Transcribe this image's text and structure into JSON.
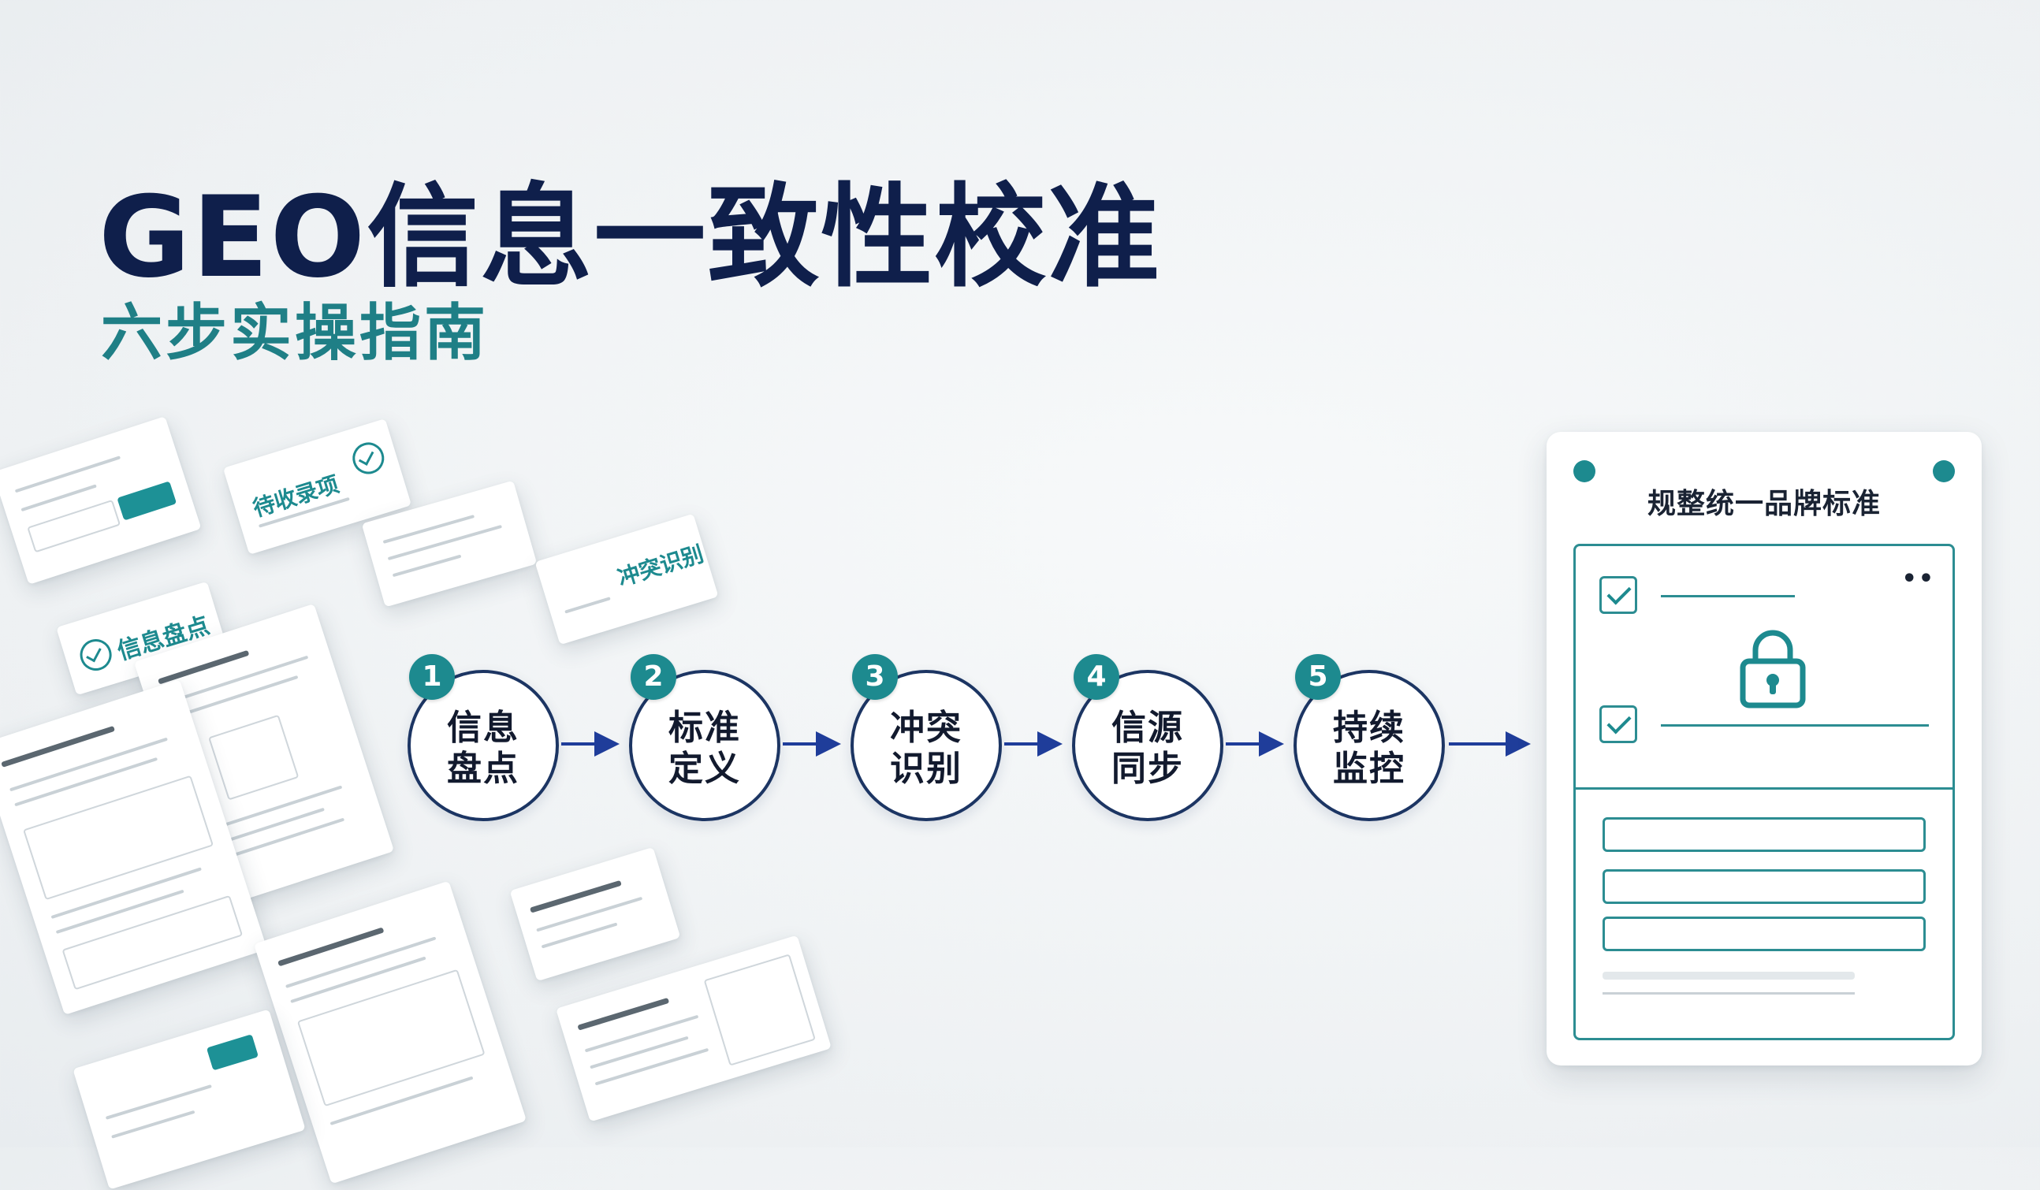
{
  "title": "GEO信息一致性校准",
  "subtitle": "六步实操指南",
  "colors": {
    "navy": "#0f1f4b",
    "teal": "#1d8a8f",
    "arrow": "#1f3d9a"
  },
  "steps": [
    {
      "num": "1",
      "line1": "信息",
      "line2": "盘点"
    },
    {
      "num": "2",
      "line1": "标准",
      "line2": "定义"
    },
    {
      "num": "3",
      "line1": "冲突",
      "line2": "识别"
    },
    {
      "num": "4",
      "line1": "信源",
      "line2": "同步"
    },
    {
      "num": "5",
      "line1": "持续",
      "line2": "监控"
    }
  ],
  "standard_card": {
    "title": "规整统一品牌标准",
    "icons": [
      "checkbox-icon",
      "checkbox-icon",
      "lock-icon"
    ]
  },
  "doc_labels": [
    "待收录项",
    "冲突识别",
    "信息盘点"
  ]
}
